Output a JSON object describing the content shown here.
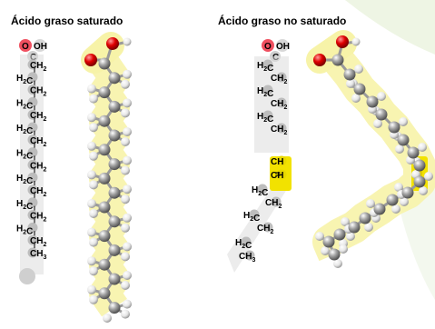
{
  "saturated": {
    "title": "Ácido graso saturado",
    "head": {
      "o": "O",
      "oh": "OH",
      "c": "C"
    },
    "chain": [
      "CH2",
      "H2C",
      "CH2",
      "H2C",
      "CH2",
      "H2C",
      "CH2",
      "H2C",
      "CH2",
      "H2C",
      "CH2",
      "H2C",
      "CH2",
      "H2C",
      "CH2",
      "CH3"
    ]
  },
  "unsaturated": {
    "title": "Ácido graso no  saturado",
    "head": {
      "o": "O",
      "oh": "OH",
      "c": "C"
    },
    "chain": [
      "H2C",
      "CH2",
      "H2C",
      "CH2",
      "H2C",
      "CH2",
      "CH",
      "CH",
      "H2C",
      "CH2",
      "H2C",
      "CH2",
      "H2C",
      "CH3"
    ],
    "double_bond": "="
  },
  "colors": {
    "oxygen": "#dd0000",
    "oxygen_bg": "#f05060",
    "carbon": "#888888",
    "hydrogen": "#f2f2f2",
    "glow": "#f7f3a8",
    "highlight": "#f2e200",
    "watermark": "#eef5e4"
  }
}
